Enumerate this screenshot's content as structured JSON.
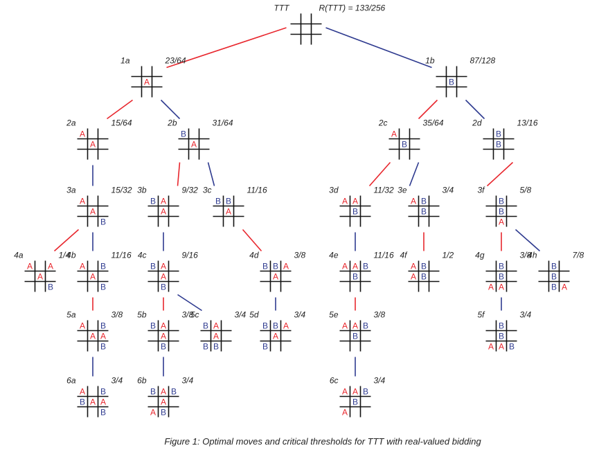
{
  "colors": {
    "A": "#e8262d",
    "B": "#2e3a8f",
    "grid": "#111111"
  },
  "caption": "Figure 1:  Optimal moves and critical thresholds for TTT with real-valued bidding",
  "nodes": [
    {
      "id": "TTT",
      "name": "TTT",
      "value": "R(TTT) = 133/256",
      "board": [
        "   ",
        "   ",
        "   "
      ]
    },
    {
      "id": "1a",
      "name": "1a",
      "value": "23/64",
      "board": [
        "   ",
        " A ",
        "   "
      ]
    },
    {
      "id": "1b",
      "name": "1b",
      "value": "87/128",
      "board": [
        "   ",
        " B ",
        "   "
      ]
    },
    {
      "id": "2a",
      "name": "2a",
      "value": "15/64",
      "board": [
        "A  ",
        " A ",
        "   "
      ]
    },
    {
      "id": "2b",
      "name": "2b",
      "value": "31/64",
      "board": [
        "B  ",
        " A ",
        "   "
      ]
    },
    {
      "id": "2c",
      "name": "2c",
      "value": "35/64",
      "board": [
        "A  ",
        " B ",
        "   "
      ]
    },
    {
      "id": "2d",
      "name": "2d",
      "value": "13/16",
      "board": [
        " B ",
        " B ",
        "   "
      ]
    },
    {
      "id": "3a",
      "name": "3a",
      "value": "15/32",
      "board": [
        "A  ",
        " A ",
        "  B"
      ]
    },
    {
      "id": "3b",
      "name": "3b",
      "value": "9/32",
      "board": [
        "BA ",
        " A ",
        "   "
      ]
    },
    {
      "id": "3c",
      "name": "3c",
      "value": "11/16",
      "board": [
        "BB ",
        " A ",
        "   "
      ]
    },
    {
      "id": "3d",
      "name": "3d",
      "value": "11/32",
      "board": [
        "AA ",
        " B ",
        "   "
      ]
    },
    {
      "id": "3e",
      "name": "3e",
      "value": "3/4",
      "board": [
        "AB ",
        " B ",
        "   "
      ]
    },
    {
      "id": "3f",
      "name": "3f",
      "value": "5/8",
      "board": [
        " B ",
        " B ",
        " A "
      ]
    },
    {
      "id": "4a",
      "name": "4a",
      "value": "1/4",
      "board": [
        "A A",
        " A ",
        "  B"
      ]
    },
    {
      "id": "4b",
      "name": "4b",
      "value": "11/16",
      "board": [
        "A B",
        " A ",
        "  B"
      ]
    },
    {
      "id": "4c",
      "name": "4c",
      "value": "9/16",
      "board": [
        "BA ",
        " A ",
        " B "
      ]
    },
    {
      "id": "4d",
      "name": "4d",
      "value": "3/8",
      "board": [
        "BBA",
        " A ",
        "   "
      ]
    },
    {
      "id": "4e",
      "name": "4e",
      "value": "11/16",
      "board": [
        "AAB",
        " B ",
        "   "
      ]
    },
    {
      "id": "4f",
      "name": "4f",
      "value": "1/2",
      "board": [
        "AB ",
        "AB ",
        "   "
      ]
    },
    {
      "id": "4g",
      "name": "4g",
      "value": "3/8",
      "board": [
        " B ",
        " B ",
        "AA "
      ]
    },
    {
      "id": "4h",
      "name": "4h",
      "value": "7/8",
      "board": [
        " B ",
        " B ",
        " BA"
      ]
    },
    {
      "id": "5a",
      "name": "5a",
      "value": "3/8",
      "board": [
        "A B",
        " AA",
        "  B"
      ]
    },
    {
      "id": "5b",
      "name": "5b",
      "value": "3/8",
      "board": [
        "BA ",
        " A ",
        " B "
      ]
    },
    {
      "id": "5c",
      "name": "5c",
      "value": "3/4",
      "board": [
        "BA ",
        " A ",
        "BB "
      ]
    },
    {
      "id": "5d",
      "name": "5d",
      "value": "3/4",
      "board": [
        "BBA",
        " A ",
        "B  "
      ]
    },
    {
      "id": "5e",
      "name": "5e",
      "value": "3/8",
      "board": [
        "AAB",
        " B ",
        "   "
      ]
    },
    {
      "id": "5f",
      "name": "5f",
      "value": "3/4",
      "board": [
        " B ",
        " B ",
        "AAB"
      ]
    },
    {
      "id": "6a",
      "name": "6a",
      "value": "3/4",
      "board": [
        "A B",
        "BAA",
        "  B"
      ]
    },
    {
      "id": "6b",
      "name": "6b",
      "value": "3/4",
      "board": [
        "BAB",
        " A ",
        "AB "
      ]
    },
    {
      "id": "6c",
      "name": "6c",
      "value": "3/4",
      "board": [
        "AAB",
        " B ",
        "A  "
      ]
    }
  ],
  "edges": [
    {
      "from": "TTT",
      "to": "1a",
      "color": "A"
    },
    {
      "from": "TTT",
      "to": "1b",
      "color": "B"
    },
    {
      "from": "1a",
      "to": "2a",
      "color": "A"
    },
    {
      "from": "1a",
      "to": "2b",
      "color": "B"
    },
    {
      "from": "1b",
      "to": "2c",
      "color": "A"
    },
    {
      "from": "1b",
      "to": "2d",
      "color": "B"
    },
    {
      "from": "2a",
      "to": "3a",
      "color": "B"
    },
    {
      "from": "2b",
      "to": "3b",
      "color": "A"
    },
    {
      "from": "2b",
      "to": "3c",
      "color": "B"
    },
    {
      "from": "2c",
      "to": "3d",
      "color": "A"
    },
    {
      "from": "2c",
      "to": "3e",
      "color": "B"
    },
    {
      "from": "2d",
      "to": "3f",
      "color": "A"
    },
    {
      "from": "3a",
      "to": "4a",
      "color": "A"
    },
    {
      "from": "3a",
      "to": "4b",
      "color": "B"
    },
    {
      "from": "3b",
      "to": "4c",
      "color": "B"
    },
    {
      "from": "3c",
      "to": "4d",
      "color": "A"
    },
    {
      "from": "3d",
      "to": "4e",
      "color": "B"
    },
    {
      "from": "3e",
      "to": "4f",
      "color": "A"
    },
    {
      "from": "3f",
      "to": "4g",
      "color": "A"
    },
    {
      "from": "3f",
      "to": "4h",
      "color": "B"
    },
    {
      "from": "4b",
      "to": "5a",
      "color": "A"
    },
    {
      "from": "4c",
      "to": "5b",
      "color": "A"
    },
    {
      "from": "4c",
      "to": "5c",
      "color": "B"
    },
    {
      "from": "4d",
      "to": "5d",
      "color": "B"
    },
    {
      "from": "4e",
      "to": "5e",
      "color": "A"
    },
    {
      "from": "4g",
      "to": "5f",
      "color": "B"
    },
    {
      "from": "5a",
      "to": "6a",
      "color": "B"
    },
    {
      "from": "5b",
      "to": "6b",
      "color": "B"
    },
    {
      "from": "5e",
      "to": "6c",
      "color": "B"
    }
  ]
}
